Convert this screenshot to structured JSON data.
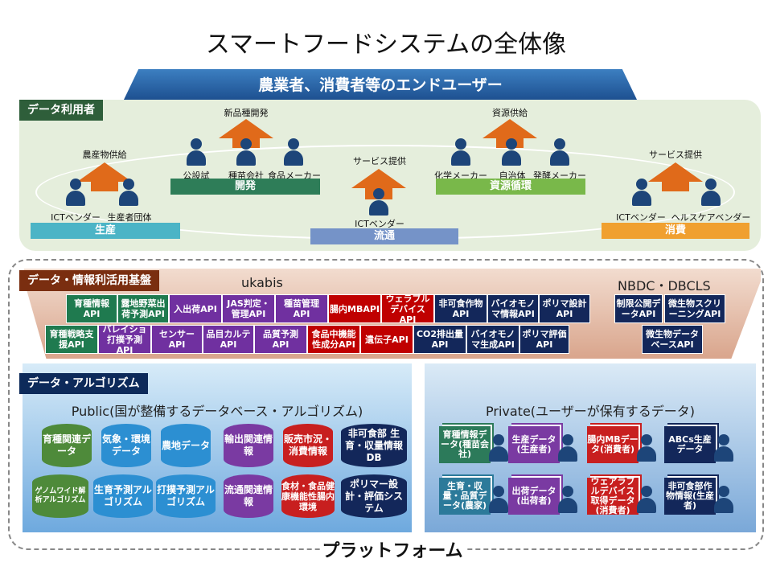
{
  "title": "スマートフードシステムの全体像",
  "banner": "農業者、消費者等のエンドユーザー",
  "data_users": {
    "header": "データ利用者",
    "arrows": [
      "農産物供給",
      "新品種開発",
      "サービス提供",
      "資源供給",
      "サービス提供"
    ],
    "person_labels": [
      "ICTベンダー",
      "生産者団体",
      "公設試",
      "種苗会社",
      "食品メーカー",
      "ICTベンダー",
      "化学メーカー",
      "自治体",
      "発酵メーカー",
      "ICTベンダー",
      "ヘルスケアベンダー"
    ],
    "categories": [
      "生産",
      "開発",
      "流通",
      "資源循環",
      "消費"
    ],
    "colors": {
      "生産": "#4bb4c6",
      "開発": "#2e7d58",
      "流通": "#7593c8",
      "資源循環": "#79b84a",
      "消費": "#f0a030"
    }
  },
  "infra": {
    "header": "データ・情報利活用基盤",
    "ukabis": "ukabis",
    "nbdc": "NBDC・DBCLS",
    "row1": [
      "育種情報API",
      "露地野菜出荷予測API",
      "入出荷API",
      "JAS判定・管理API",
      "種苗管理API",
      "腸内MBAPI",
      "ウェラブルデバイスAPI",
      "非可食作物API",
      "バイオモノマ情報API",
      "ポリマ設計API",
      "制限公開データAPI",
      "微生物スクリーニングAPI"
    ],
    "row2": [
      "育種戦略支援API",
      "バレイショ打撲予測API",
      "センサーAPI",
      "品目カルテAPI",
      "品質予測API",
      "食品中機能性成分API",
      "遺伝子API",
      "CO2排出量API",
      "バイオモノマ生成API",
      "ポリマ評価API",
      "微生物データベースAPI"
    ]
  },
  "algo": {
    "header": "データ・アルゴリズム",
    "public_title": "Public(国が整備するデータベース・アルゴリズム)",
    "public_row1": [
      "育種関連データ",
      "気象・環境データ",
      "農地データ",
      "輸出関連情報",
      "販売市況・消費情報",
      "非可食部 生育・収量情報DB"
    ],
    "public_row2": [
      "ゲノムワイド解析アルゴリズム",
      "生育予測アルゴリズム",
      "打撲予測アルゴリズム",
      "流通関連情報",
      "食材・食品健康機能性腸内環境",
      "ポリマー設計・評価システム"
    ],
    "private_title": "Private(ユーザーが保有するデータ)",
    "private_row1": [
      "育種情報データ(種苗会社)",
      "生産データ(生産者)",
      "腸内MBデータ(消費者)",
      "ABCs生産データ"
    ],
    "private_row2": [
      "生育・収量・品質データ(農家)",
      "出荷データ(出荷者)",
      "ウェアラブルデバイス取得データ(消費者)",
      "非可食部作物情報(生産者)"
    ]
  },
  "platform": "プラットフォーム"
}
